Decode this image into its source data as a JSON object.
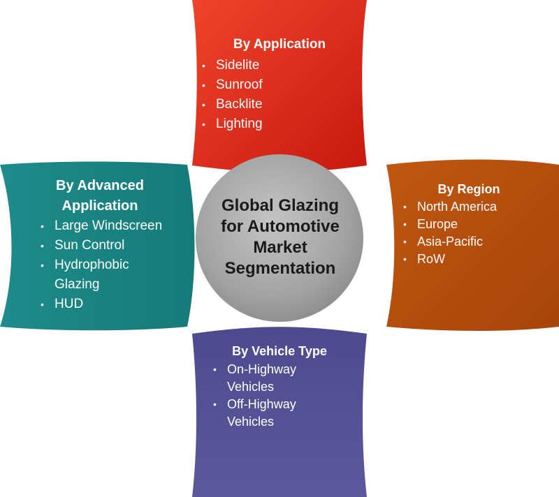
{
  "center": {
    "title_lines": [
      "Global Glazing",
      "for Automotive",
      "Market",
      "Segmentation"
    ]
  },
  "panels": {
    "application": {
      "title": "By Application",
      "items": [
        "Sidelite",
        "Sunroof",
        "Backlite",
        "Lighting"
      ]
    },
    "advanced": {
      "title_lines": [
        "By Advanced",
        "Application"
      ],
      "items": [
        "Large Windscreen",
        "Sun Control",
        "Hydrophobic Glazing",
        "HUD"
      ]
    },
    "region": {
      "title": "By Region",
      "items": [
        "North America",
        "Europe",
        "Asia-Pacific",
        "RoW"
      ]
    },
    "vehicle": {
      "title": "By Vehicle Type",
      "items": [
        "On-Highway Vehicles",
        "Off-Highway Vehicles"
      ]
    }
  },
  "bullet": "•",
  "colors": {
    "application": "#e8261a",
    "advanced": "#1e8a88",
    "region": "#b8510e",
    "vehicle": "#4a4789",
    "center": "#9a9a9a"
  }
}
